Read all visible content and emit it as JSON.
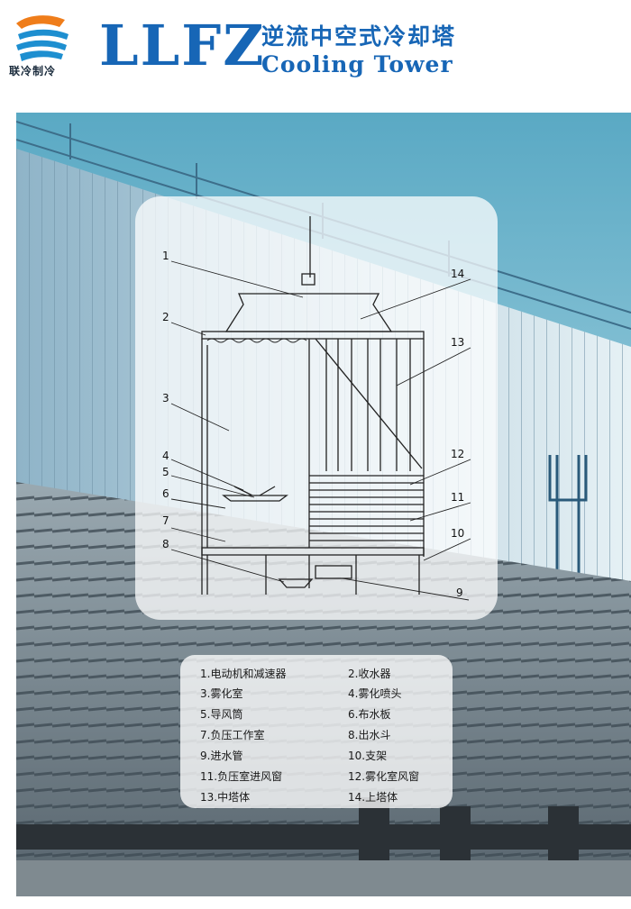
{
  "header": {
    "logo_icon": "wave-s-logo-icon",
    "brand_cn": "联冷制冷",
    "brand_big": "LLFZ",
    "title_cn": "逆流中空式冷却塔",
    "title_en": "Cooling Tower",
    "colors": {
      "brand_blue": "#1766b6",
      "logo_orange": "#ef7d1a",
      "logo_blue": "#1e8fd0"
    }
  },
  "diagram": {
    "callouts": [
      "1",
      "2",
      "3",
      "4",
      "5",
      "6",
      "7",
      "8",
      "14",
      "13",
      "12",
      "11",
      "10",
      "9"
    ]
  },
  "legend": {
    "items": [
      "1.电动机和减速器",
      "2.收水器",
      "3.雾化室",
      "4.雾化喷头",
      "5.导风筒",
      "6.布水板",
      "7.负压工作室",
      "8.出水斗",
      "9.进水管",
      "10.支架",
      "11.负压室进风窗",
      "12.雾化室风窗",
      "13.中塔体",
      "14.上塔体"
    ]
  }
}
